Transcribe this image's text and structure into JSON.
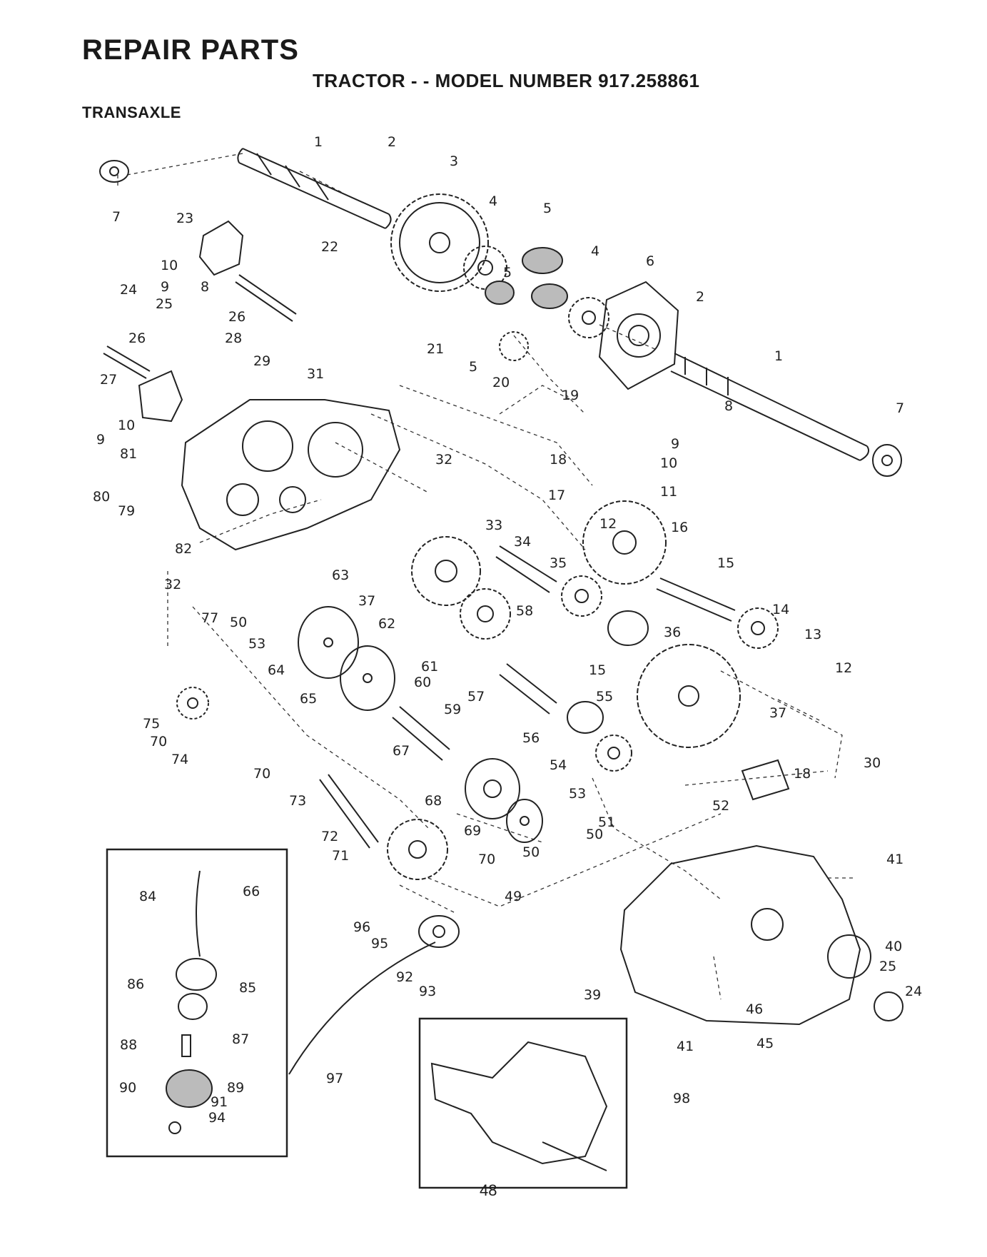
{
  "header": {
    "title": "REPAIR PARTS",
    "subtitle": "TRACTOR - - MODEL NUMBER 917.258861",
    "section": "TRANSAXLE"
  },
  "page_number": "48",
  "callouts": {
    "c1a": "1",
    "c2a": "2",
    "c3": "3",
    "c4a": "4",
    "c5a": "5",
    "c7a": "7",
    "c23": "23",
    "c22": "22",
    "c10a": "10",
    "c24a": "24",
    "c9a": "9",
    "c8a": "8",
    "c25a": "25",
    "c26a": "26",
    "c26b": "26",
    "c28": "28",
    "c29": "29",
    "c31": "31",
    "c27": "27",
    "c9b": "9",
    "c10b": "10",
    "c81": "81",
    "c80": "80",
    "c79": "79",
    "c82": "82",
    "c32a": "32",
    "c32b": "32",
    "c5b": "5",
    "c4b": "4",
    "c6": "6",
    "c2b": "2",
    "c21": "21",
    "c5c": "5",
    "c20": "20",
    "c1b": "1",
    "c19": "19",
    "c8b": "8",
    "c7b": "7",
    "c9c": "9",
    "c10c": "10",
    "c18a": "18",
    "c11": "11",
    "c17": "17",
    "c33": "33",
    "c12a": "12",
    "c16": "16",
    "c34": "34",
    "c35": "35",
    "c15a": "15",
    "c63": "63",
    "c37a": "37",
    "c14": "14",
    "c77": "77",
    "c50a": "50",
    "c53a": "53",
    "c62": "62",
    "c58": "58",
    "c36": "36",
    "c13": "13",
    "c64": "64",
    "c61": "61",
    "c15b": "15",
    "c12b": "12",
    "c60": "60",
    "c65": "65",
    "c57": "57",
    "c59": "59",
    "c55": "55",
    "c37b": "37",
    "c75": "75",
    "c70a": "70",
    "c74": "74",
    "c56": "56",
    "c67": "67",
    "c54": "54",
    "c70b": "70",
    "c73": "73",
    "c68": "68",
    "c53b": "53",
    "c18b": "18",
    "c30": "30",
    "c72": "72",
    "c52": "52",
    "c51": "51",
    "c69": "69",
    "c50b": "50",
    "c50c": "50",
    "c71": "71",
    "c70c": "70",
    "c41a": "41",
    "c49": "49",
    "c84": "84",
    "c66": "66",
    "c96": "96",
    "c95": "95",
    "c40": "40",
    "c25b": "25",
    "c24b": "24",
    "c86": "86",
    "c85": "85",
    "c92": "92",
    "c93": "93",
    "c39": "39",
    "c46": "46",
    "c87": "87",
    "c41b": "41",
    "c45": "45",
    "c88": "88",
    "c89": "89",
    "c97": "97",
    "c90": "90",
    "c91": "91",
    "c94": "94",
    "c98": "98"
  }
}
